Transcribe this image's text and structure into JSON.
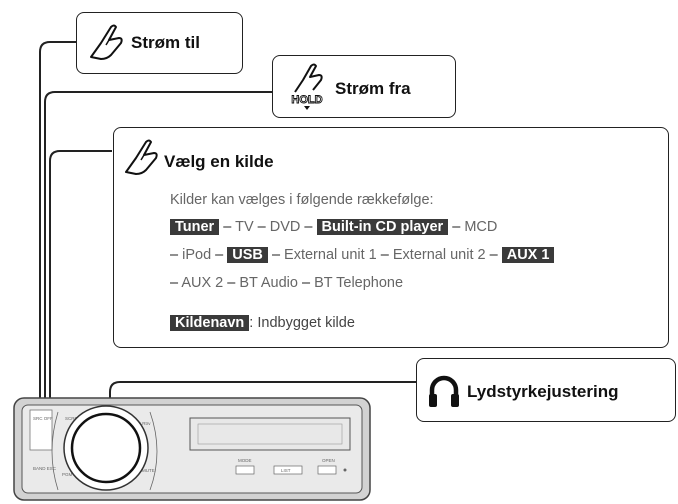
{
  "power_on": {
    "label": "Strøm til"
  },
  "power_off": {
    "label": "Strøm fra",
    "hold_label": "HOLD"
  },
  "select_source": {
    "title": "Vælg en kilde",
    "intro": "Kilder kan vælges i følgende rækkefølge:",
    "sources": {
      "tuner": "Tuner",
      "tv": "TV",
      "dvd": "DVD",
      "builtin_cd": "Built-in CD player",
      "mcd": "MCD",
      "ipod": "iPod",
      "usb": "USB",
      "ext1": "External unit 1",
      "ext2": "External unit 2",
      "aux1": "AUX 1",
      "aux2": "AUX 2",
      "bt_audio": "BT Audio",
      "bt_tel": "BT Telephone"
    },
    "separator": "–",
    "legend_key": "Kildenavn",
    "legend_text": ": Indbygget kilde"
  },
  "volume": {
    "label": "Lydstyrkejustering"
  },
  "device": {
    "src_label": "SRC OFF",
    "band_label": "BAND ESC",
    "scroll_label": "SCROLL DISP",
    "rpt_label": "S.Rtrv",
    "pgm_label": "PGM iPod",
    "mute_label": "MUTE",
    "mode_label": "MODE",
    "list_label": "LIST",
    "open_label": "OPEN"
  }
}
